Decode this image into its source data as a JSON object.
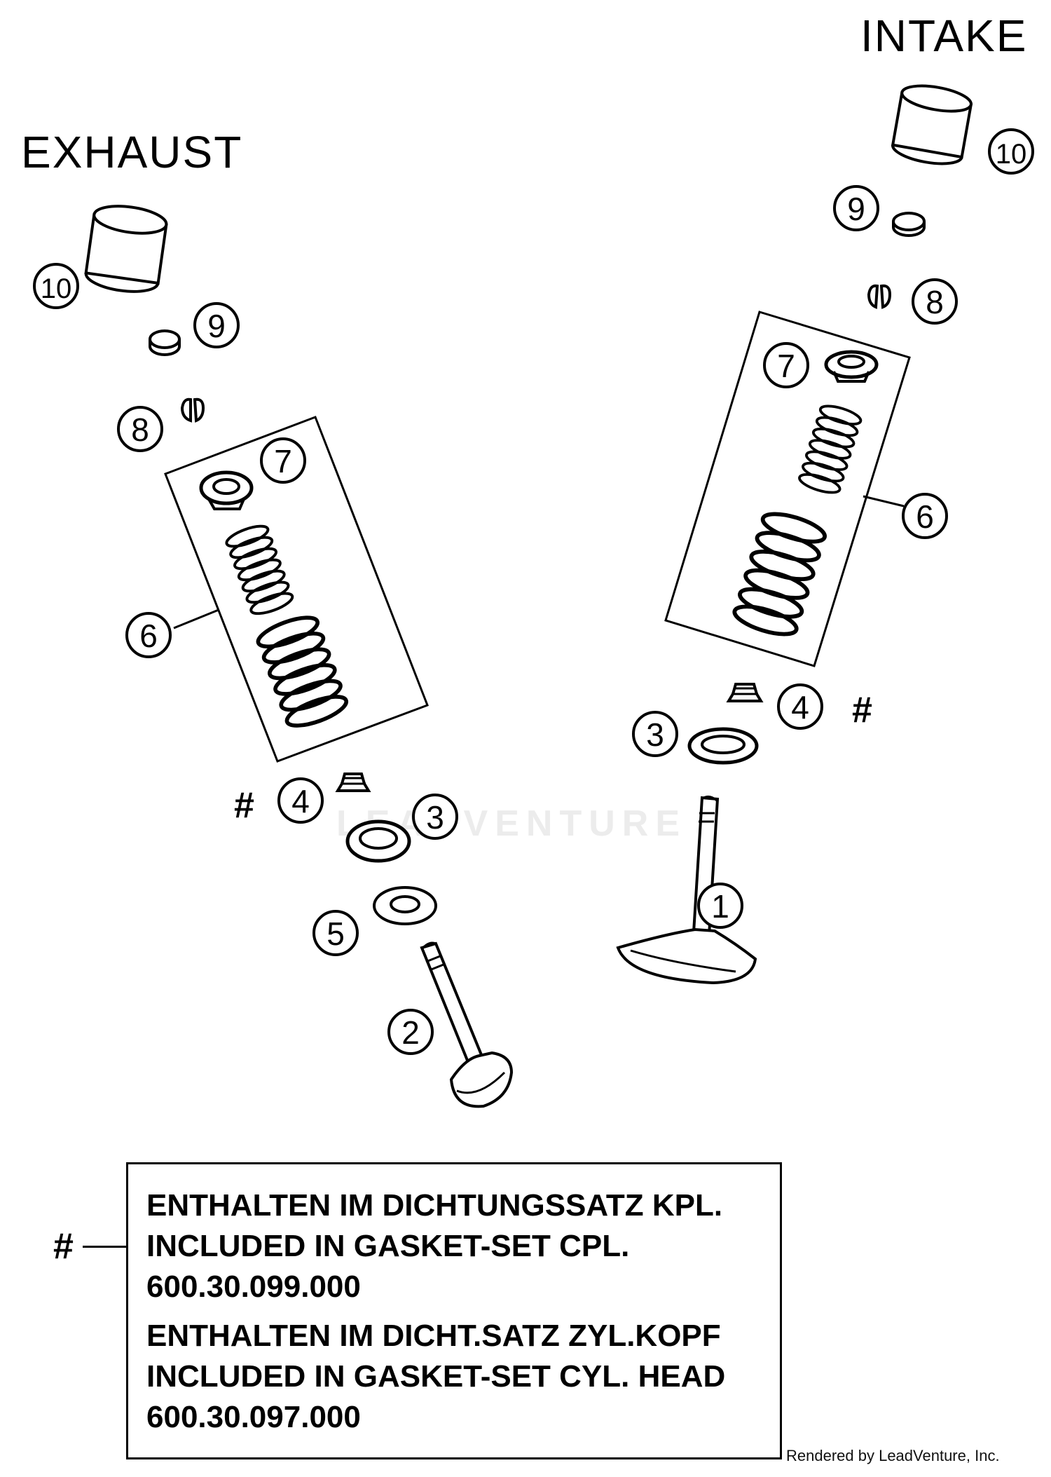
{
  "labels": {
    "intake": "INTAKE",
    "exhaust": "EXHAUST"
  },
  "callouts": {
    "n1": "1",
    "n2": "2",
    "n3": "3",
    "n4": "4",
    "n5": "5",
    "n6": "6",
    "n7": "7",
    "n8": "8",
    "n9": "9",
    "n10": "10",
    "hash": "#"
  },
  "note": {
    "symbol": "#",
    "line1": "ENTHALTEN IM DICHTUNGSSATZ KPL.",
    "line2": "INCLUDED IN GASKET-SET CPL.",
    "line3": "600.30.099.000",
    "line4": "ENTHALTEN IM DICHT.SATZ ZYL.KOPF",
    "line5": "INCLUDED IN GASKET-SET CYL. HEAD",
    "line6": "600.30.097.000"
  },
  "watermark": "LEADVENTURE",
  "credit": "Rendered by LeadVenture, Inc."
}
